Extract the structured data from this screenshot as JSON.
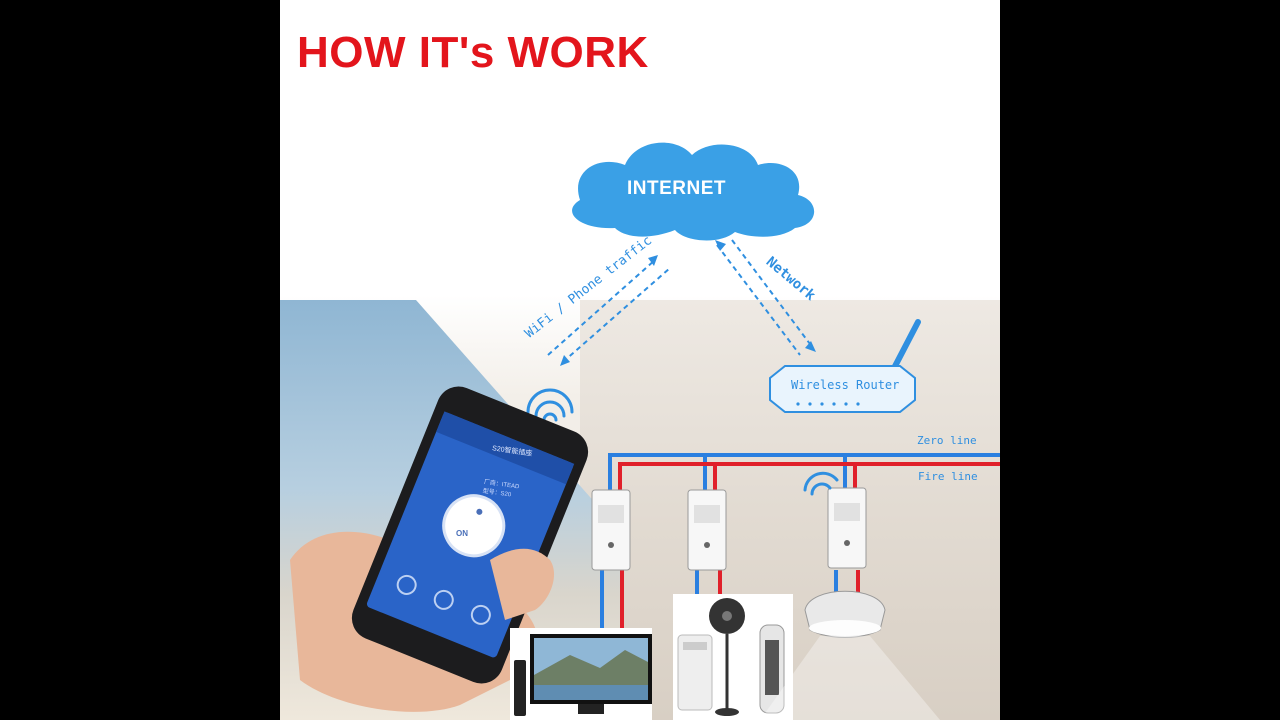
{
  "title": "HOW IT's WORK",
  "cloud": {
    "label": "INTERNET",
    "color": "#3aa0e6"
  },
  "labels": {
    "wifi_phone_traffic": "WiFi / Phone traffic",
    "network": "Network",
    "wireless_router": "Wireless Router",
    "zero_line": "Zero line",
    "fire_line": "Fire line"
  },
  "phone": {
    "title": "S20智能插座",
    "on_label": "ON",
    "info_vendor": "厂商：ITEAD",
    "info_model": "型号：S20"
  },
  "colors": {
    "title": "#e3151c",
    "accent_blue": "#2f8fe0",
    "zero_line": "#2a7fe0",
    "fire_line": "#e0202a"
  },
  "switch_modules": [
    "switch-tv",
    "switch-fan-heater",
    "switch-lamp"
  ],
  "appliances": [
    "tv",
    "dehumidifier",
    "fan",
    "heater",
    "ceiling-lamp"
  ]
}
